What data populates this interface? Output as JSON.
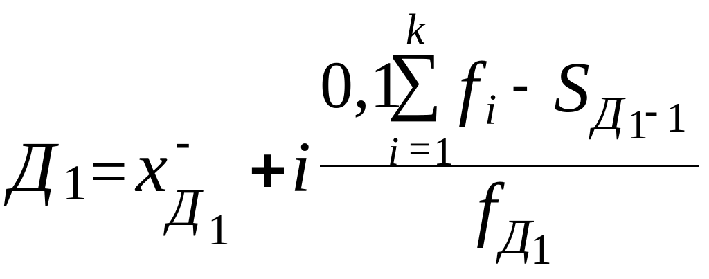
{
  "formula": {
    "lhs": {
      "symbol": "Д",
      "subscript": "1"
    },
    "equals": "=",
    "first_term": {
      "variable": "x",
      "mark": "-",
      "subscript_symbol": "Д",
      "subscript_index": "1"
    },
    "plus": "+",
    "interval": "i",
    "fraction": {
      "numerator": {
        "coefficient": "0,1",
        "sum_symbol": "∑",
        "upper_limit": "k",
        "lower_index": "i",
        "lower_equals": "=",
        "lower_start": "1",
        "term_variable": "f",
        "term_subscript": "i",
        "minus": "-",
        "subtrahend_variable": "S",
        "subtrahend_sub_symbol": "Д",
        "subtrahend_sub_index": "1",
        "subtrahend_sub_minus": "-",
        "subtrahend_sub_offset": "1"
      },
      "denominator": {
        "variable": "f",
        "subscript_symbol": "Д",
        "subscript_index": "1"
      }
    }
  }
}
